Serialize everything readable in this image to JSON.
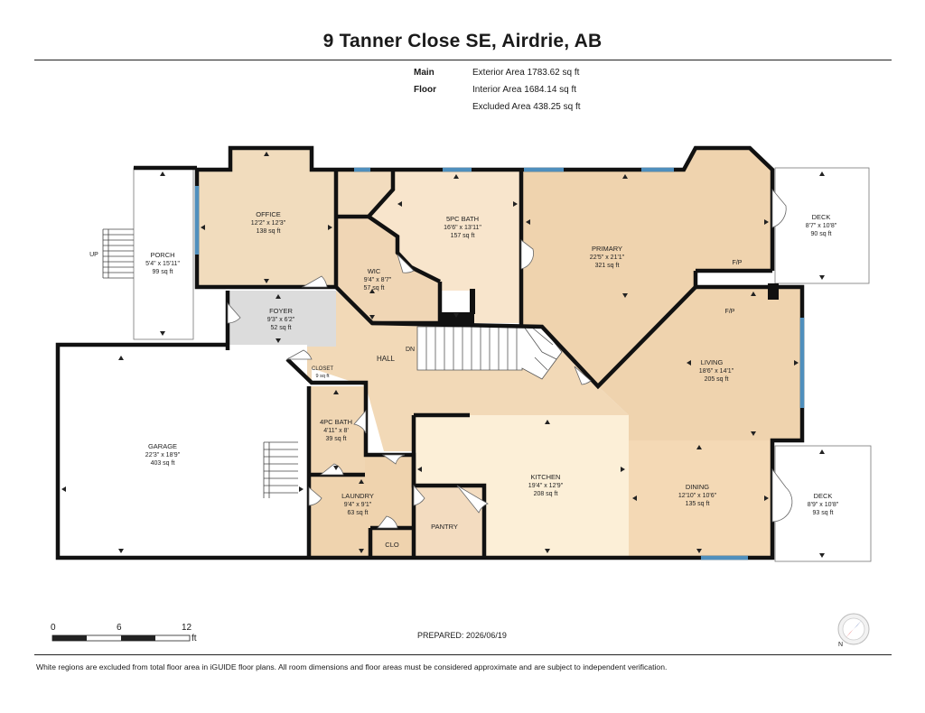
{
  "title": "9 Tanner Close SE, Airdrie, AB",
  "summary": {
    "floor": "Main Floor",
    "exterior": "Exterior Area 1783.62 sq ft",
    "interior": "Interior Area 1684.14 sq ft",
    "excluded": "Excluded Area 438.25 sq ft"
  },
  "rooms": {
    "office": {
      "name": "OFFICE",
      "dims": "12'2\" x 12'3\"",
      "area": "138 sq ft"
    },
    "porch": {
      "name": "PORCH",
      "dims": "5'4\" x 15'11\"",
      "area": "99 sq ft"
    },
    "bath5": {
      "name": "5PC BATH",
      "dims": "16'6\" x 13'11\"",
      "area": "157 sq ft"
    },
    "wic": {
      "name": "WIC",
      "dims": "9'4\" x 8'7\"",
      "area": "57 sq ft"
    },
    "primary": {
      "name": "PRIMARY",
      "dims": "22'5\" x 21'1\"",
      "area": "321 sq ft"
    },
    "deck_top": {
      "name": "DECK",
      "dims": "8'7\" x 10'8\"",
      "area": "90 sq ft"
    },
    "foyer": {
      "name": "FOYER",
      "dims": "9'3\" x 6'2\"",
      "area": "52 sq ft"
    },
    "closet": {
      "name": "CLOSET",
      "area": "9 sq ft"
    },
    "hall": {
      "name": "HALL"
    },
    "living": {
      "name": "LIVING",
      "dims": "18'6\" x 14'1\"",
      "area": "205 sq ft"
    },
    "bath4": {
      "name": "4PC BATH",
      "dims": "4'11\" x 8'",
      "area": "39 sq ft"
    },
    "garage": {
      "name": "GARAGE",
      "dims": "22'3\" x 18'9\"",
      "area": "403 sq ft"
    },
    "kitchen": {
      "name": "KITCHEN",
      "dims": "19'4\" x 12'9\"",
      "area": "208 sq ft"
    },
    "dining": {
      "name": "DINING",
      "dims": "12'10\" x 10'6\"",
      "area": "135 sq ft"
    },
    "deck_bot": {
      "name": "DECK",
      "dims": "8'9\" x 10'8\"",
      "area": "93 sq ft"
    },
    "laundry": {
      "name": "LAUNDRY",
      "dims": "9'4\" x 9'1\"",
      "area": "63 sq ft"
    },
    "pantry": {
      "name": "PANTRY"
    },
    "clo": {
      "name": "CLO"
    }
  },
  "markers": {
    "up": "UP",
    "dn": "DN",
    "fp_primary": "F/P",
    "fp_living": "F/P"
  },
  "scale": {
    "zero": "0",
    "six": "6",
    "twelve": "12",
    "unit": "ft"
  },
  "prepared": "PREPARED: 2026/06/19",
  "compass_label": "N",
  "footer": "White regions are excluded from total floor area in iGUIDE floor plans. All room dimensions and floor areas must be considered approximate and are subject to independent verification.",
  "colors": {
    "floor_warm": "#f3dfc3",
    "floor_kitchen": "#fbefd6",
    "floor_wood": "#efd2ac",
    "floor_gray": "#dcdcdc",
    "wall": "#111111",
    "window": "#4f8fbd"
  }
}
